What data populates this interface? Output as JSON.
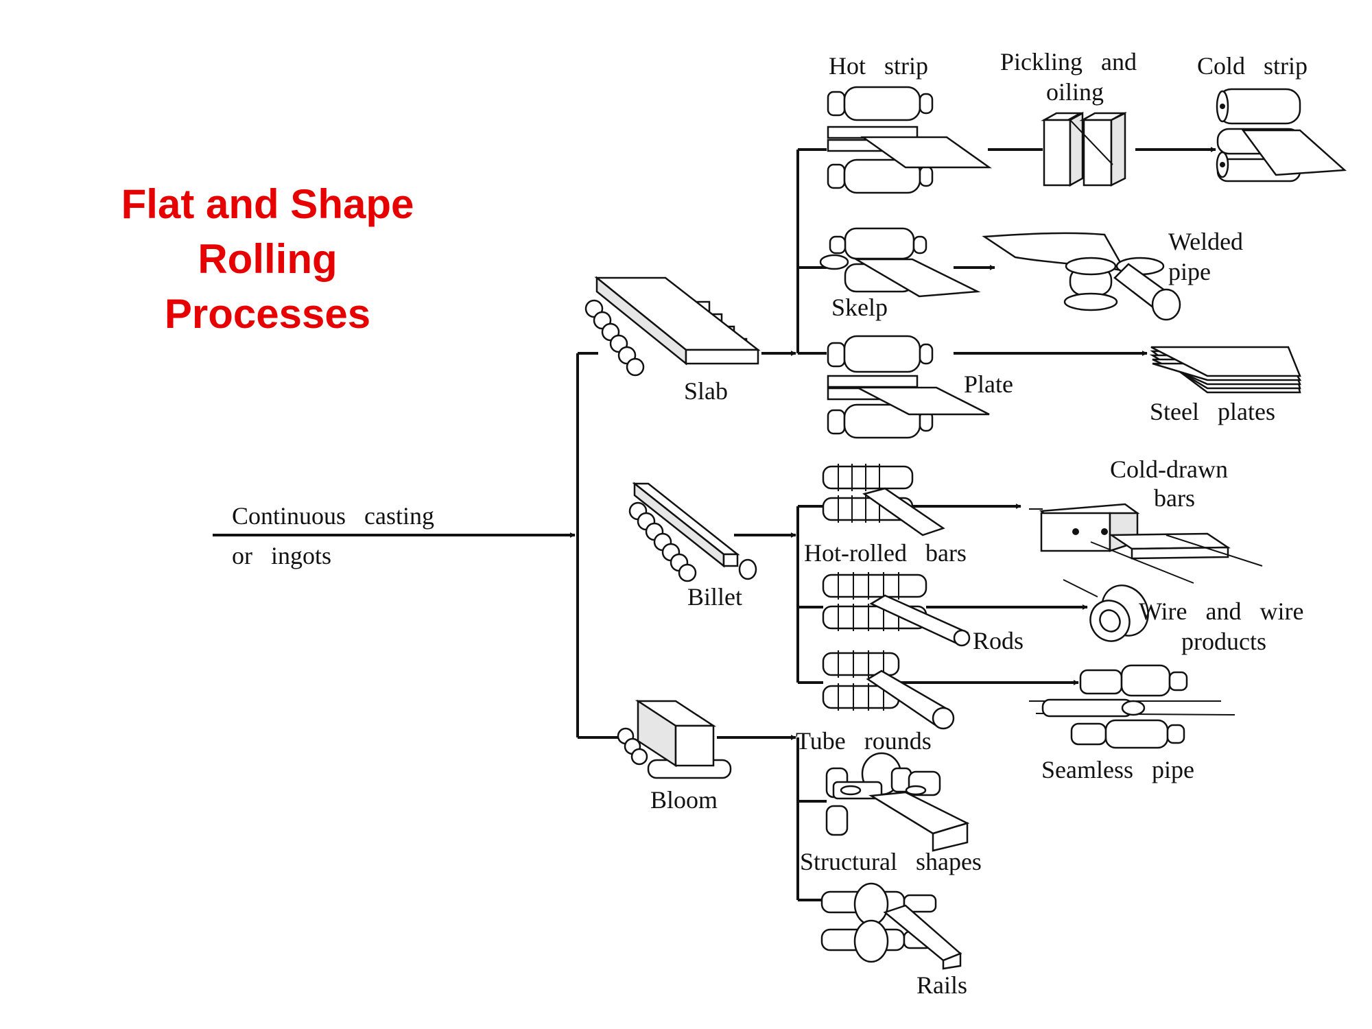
{
  "title": {
    "line1": "Flat and Shape",
    "line2": "Rolling",
    "line3": "Processes"
  },
  "colors": {
    "title": "#e60000",
    "ink": "#111111",
    "background": "#ffffff"
  },
  "labels": {
    "source_line1": "Continuous   casting",
    "source_line2": "or   ingots",
    "slab": "Slab",
    "billet": "Billet",
    "bloom": "Bloom",
    "hot_strip": "Hot   strip",
    "pickling_line1": "Pickling   and",
    "pickling_line2": "oiling",
    "cold_strip": "Cold   strip",
    "welded_line1": "Welded",
    "welded_line2": "pipe",
    "skelp": "Skelp",
    "plate": "Plate",
    "steel_plates": "Steel   plates",
    "cold_drawn_line1": "Cold-drawn",
    "cold_drawn_line2": "bars",
    "hot_rolled_bars": "Hot-rolled   bars",
    "wire_line1": "Wire   and   wire",
    "wire_line2": "products",
    "rods": "Rods",
    "tube_rounds": "Tube   rounds",
    "seamless_pipe": "Seamless   pipe",
    "structural_shapes": "Structural   shapes",
    "rails": "Rails"
  }
}
